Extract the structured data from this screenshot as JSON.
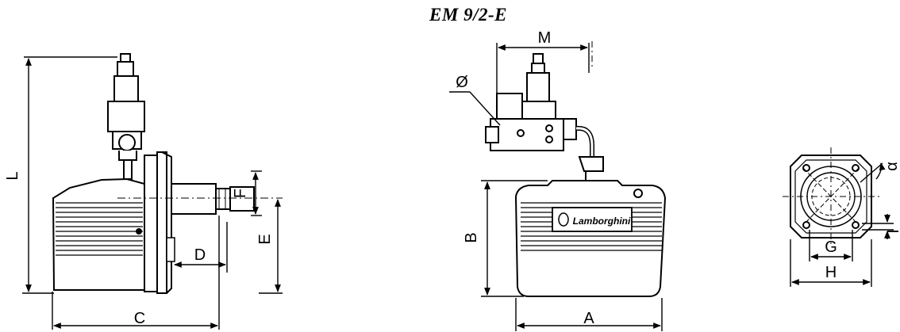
{
  "title": "EM 9/2-E",
  "logo_text": "Lamborghini",
  "dimensions": {
    "L": "L",
    "C": "C",
    "D": "D",
    "E": "E",
    "F": "F",
    "M": "M",
    "diameter": "Ø",
    "B": "B",
    "A": "A",
    "G": "G",
    "H": "H",
    "I": "I",
    "angle": "α"
  }
}
